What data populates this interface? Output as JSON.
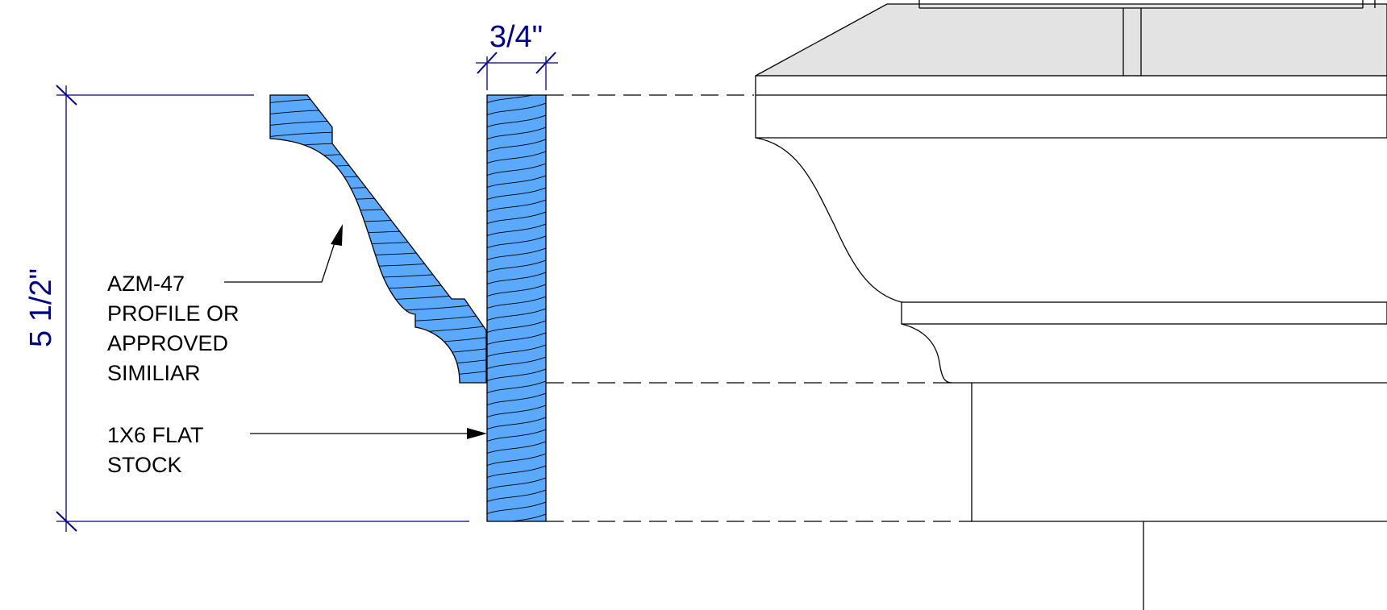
{
  "dimensions": {
    "width_label": "3/4\"",
    "height_label": "5 1/2\""
  },
  "callouts": {
    "crown": {
      "lines": [
        "AZM-47",
        "PROFILE OR",
        "APPROVED",
        "SIMILIAR"
      ]
    },
    "flat_stock": {
      "lines": [
        "1X6 FLAT",
        "STOCK"
      ]
    }
  },
  "colors": {
    "section_fill": "#5aa9ff",
    "dimension": "#00008b",
    "roof_fill": "#e3e3e3"
  }
}
